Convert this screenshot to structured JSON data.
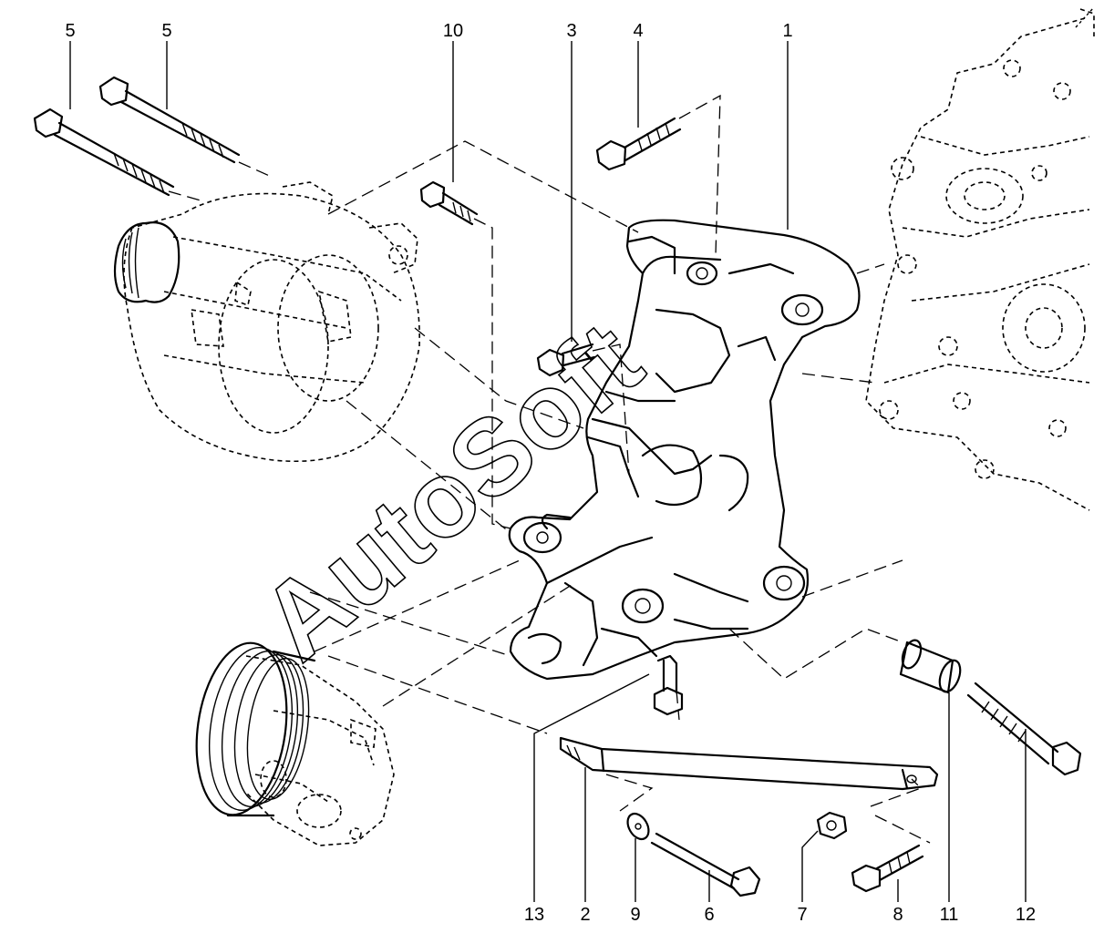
{
  "callouts": [
    {
      "label": "5"
    },
    {
      "label": "5"
    },
    {
      "label": "10"
    },
    {
      "label": "3"
    },
    {
      "label": "4"
    },
    {
      "label": "1"
    },
    {
      "label": "13"
    },
    {
      "label": "2"
    },
    {
      "label": "9"
    },
    {
      "label": "6"
    },
    {
      "label": "7"
    },
    {
      "label": "8"
    },
    {
      "label": "11"
    },
    {
      "label": "12"
    }
  ],
  "watermark": {
    "text": "AutoSoft"
  }
}
